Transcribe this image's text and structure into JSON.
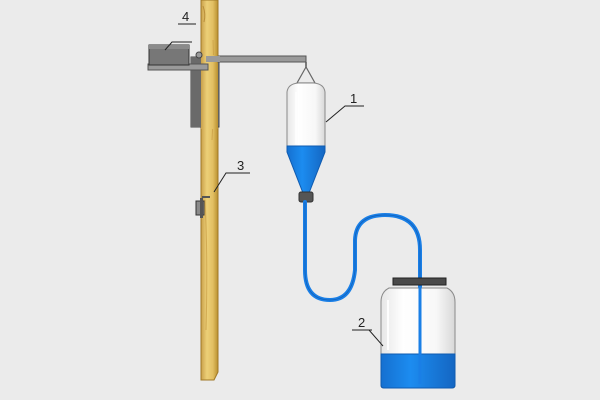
{
  "diagram": {
    "callouts": [
      {
        "id": "bottle",
        "label": "1"
      },
      {
        "id": "jar",
        "label": "2"
      },
      {
        "id": "clamp",
        "label": "3"
      },
      {
        "id": "box",
        "label": "4"
      }
    ]
  },
  "colors": {
    "background": "#ebebeb",
    "wood": "#e8c96f",
    "wood_edge": "#b58a2d",
    "metal": "#8e8e8e",
    "metal_dark": "#555555",
    "glass": "#ffffff",
    "glass_edge": "#9a9a9a",
    "liquid": "#1a7fe6",
    "outline": "#333333"
  }
}
